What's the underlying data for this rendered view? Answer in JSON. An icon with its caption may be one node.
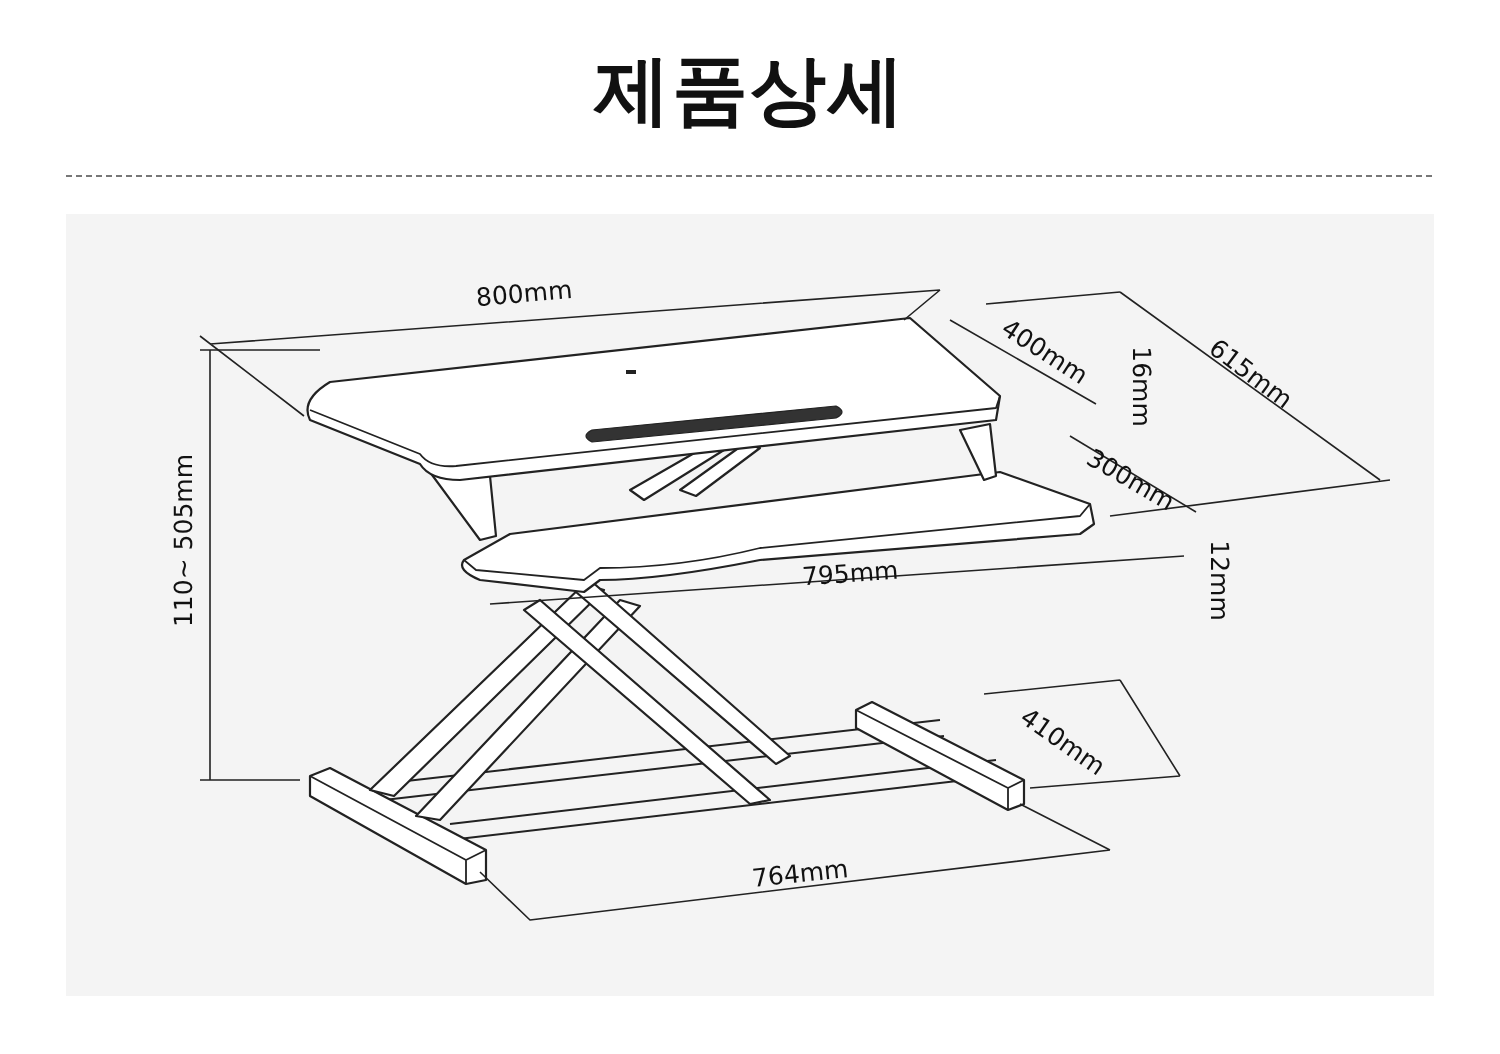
{
  "diagram": {
    "title": "제품상세",
    "labels": [
      "800mm",
      "400mm",
      "16mm",
      "615mm",
      "300mm",
      "110~ 505mm",
      "795mm",
      "12mm",
      "410mm",
      "764mm"
    ]
  }
}
